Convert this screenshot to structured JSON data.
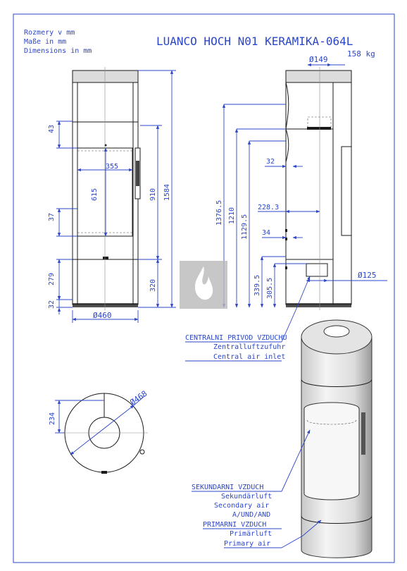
{
  "notes": [
    "Rozmery v mm",
    "Maße in mm",
    "Dimensions in mm"
  ],
  "title": "LUANCO HOCH N01 KERAMIKA-064L",
  "weight": "158 kg",
  "front_view": {
    "d_43": "43",
    "d_355": "355",
    "d_615": "615",
    "d_37": "37",
    "d_279": "279",
    "d_32": "32",
    "d_460": "Ø460",
    "d_910": "910",
    "d_1584": "1584",
    "d_320": "320"
  },
  "side_view": {
    "d_149": "Ø149",
    "d_32": "32",
    "d_228": "228.3",
    "d_34": "34",
    "d_1376": "1376.5",
    "d_1210": "1210",
    "d_1129": "1129.5",
    "d_339": "339.5",
    "d_305": "305.5",
    "d_125": "Ø125"
  },
  "central_air": [
    "CENTRALNI PRIVOD VZDUCHU",
    "Zentralluftzufuhr",
    "Central air inlet"
  ],
  "plan_view": {
    "d_234": "234",
    "d_468": "Ø468"
  },
  "secondary_air": [
    "SEKUNDARNI VZDUCH",
    "Sekundärluft",
    "Secondary air",
    "A/UND/AND",
    "PRIMARNI VZDUCH",
    "Primärluft",
    "Primary air"
  ]
}
